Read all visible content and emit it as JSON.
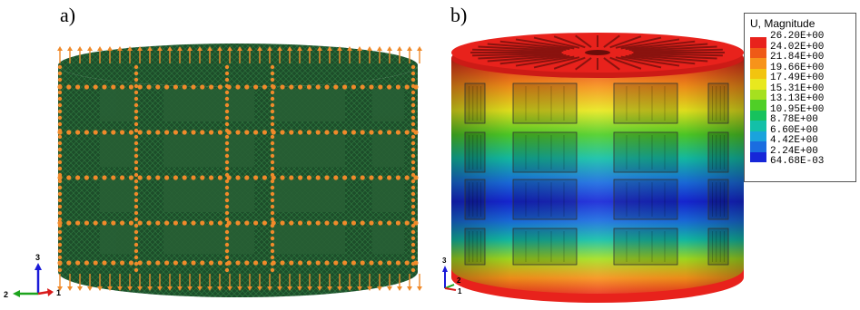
{
  "panels": {
    "a_label": "a)",
    "b_label": "b)"
  },
  "legend": {
    "title": "U, Magnitude",
    "values": [
      "26.20E+00",
      "24.02E+00",
      "21.84E+00",
      "19.66E+00",
      "17.49E+00",
      "15.31E+00",
      "13.13E+00",
      "10.95E+00",
      "8.78E+00",
      "6.60E+00",
      "4.42E+00",
      "2.24E+00",
      "64.68E-03"
    ],
    "colors": [
      "#e8221c",
      "#ef5a17",
      "#f7931a",
      "#f2c40f",
      "#e8e81e",
      "#a6e01f",
      "#4fcf27",
      "#17c25d",
      "#13c0a8",
      "#1aa3dc",
      "#1a6de0",
      "#1626d8",
      "#0b0bb3"
    ]
  },
  "triad_a": {
    "axis3": "3",
    "axis2": "2",
    "axis1": "1"
  },
  "triad_b": {
    "axis3": "3",
    "axis2": "2",
    "axis1": "1"
  },
  "colors": {
    "arrow": "#f08a2a",
    "mesh": "#1d4e2a",
    "axis_blue": "#1a1ad8",
    "axis_green": "#1da31d",
    "axis_red": "#d81a1a"
  }
}
